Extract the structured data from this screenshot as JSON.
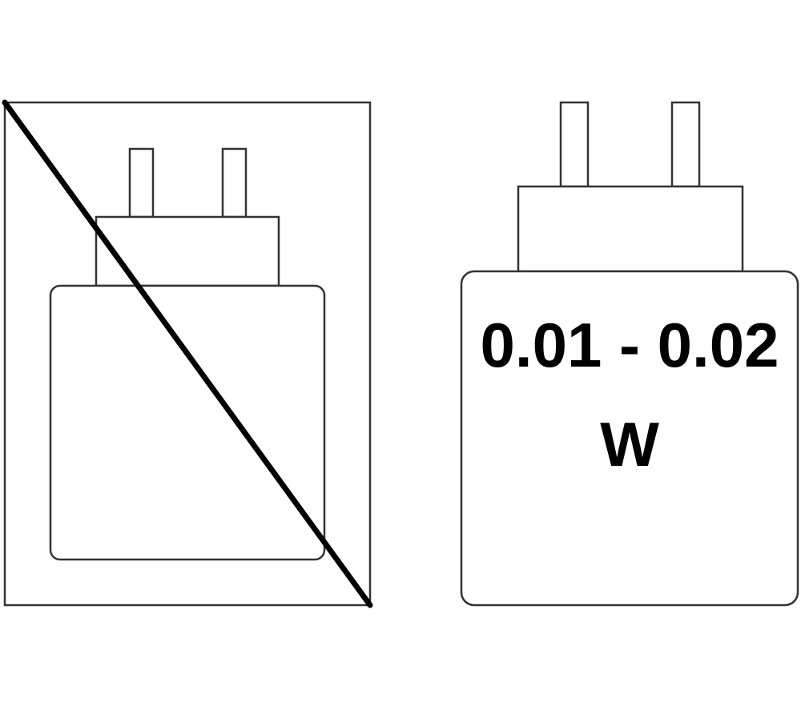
{
  "colors": {
    "stroke": "#333333",
    "strike": "#000000",
    "background": "#ffffff",
    "text": "#000000"
  },
  "left_panel": {
    "meaning": "no-charger-included",
    "icon": "charger-icon"
  },
  "right_panel": {
    "icon": "charger-icon",
    "power_range": "0.01 - 0.02",
    "power_unit": "W"
  }
}
